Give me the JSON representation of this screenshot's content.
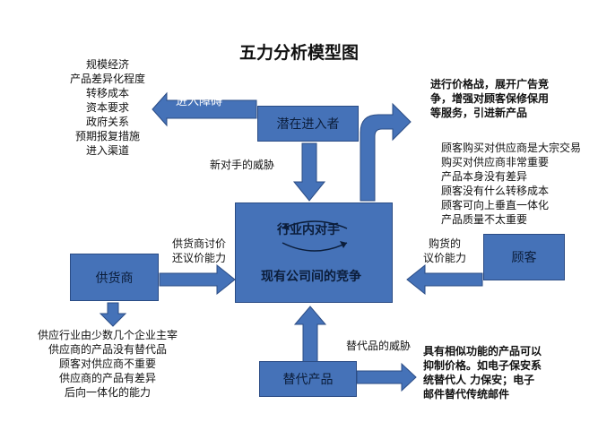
{
  "title": "五力分析模型图",
  "colors": {
    "box_fill": "#4572b8",
    "box_border": "#2b4c85",
    "arrow": "#4572b8"
  },
  "barriers_list": [
    "规模经济",
    "产品差异化程度",
    "转移成本",
    "资本要求",
    "政府关系",
    "预期报复措施",
    "进入渠道"
  ],
  "entry_barrier_label": "进入障碍",
  "potential_entrants": "潜在进入者",
  "new_rival_threat": "新对手的威胁",
  "competitor_strategies": [
    "进行价格战，展开广告竞",
    "争，增强对顾客保修保用",
    "等服务，引进新产品"
  ],
  "buyer_power_conditions": [
    "顾客购买对供应商是大宗交易",
    "购买对供应商非常重要",
    "产品本身没有差异",
    "顾客没有什么转移成本",
    "顾客可向上垂直一体化",
    "产品质量不太重要"
  ],
  "rivals_label": "行业内对手",
  "competition_label": "现有公司间的竞争",
  "supplier_bargain": [
    "供货商讨价",
    "还议价能力"
  ],
  "buyer_bargain": [
    "购货的",
    "议价能力"
  ],
  "supplier": "供货商",
  "customer": "顾客",
  "supplier_power_conditions": [
    "供应行业由少数几个企业主宰",
    "供应商的产品没有替代品",
    "顾客对供应商不重要",
    "供应商的产品有差异",
    "后向一体化的能力"
  ],
  "substitute_threat": "替代品的威胁",
  "substitutes": "替代产品",
  "substitute_desc": [
    "具有相似功能的产品可以",
    "抑制价格。如电子保安系",
    "统替代人  力保安；电子",
    "邮件替代传统邮件"
  ]
}
